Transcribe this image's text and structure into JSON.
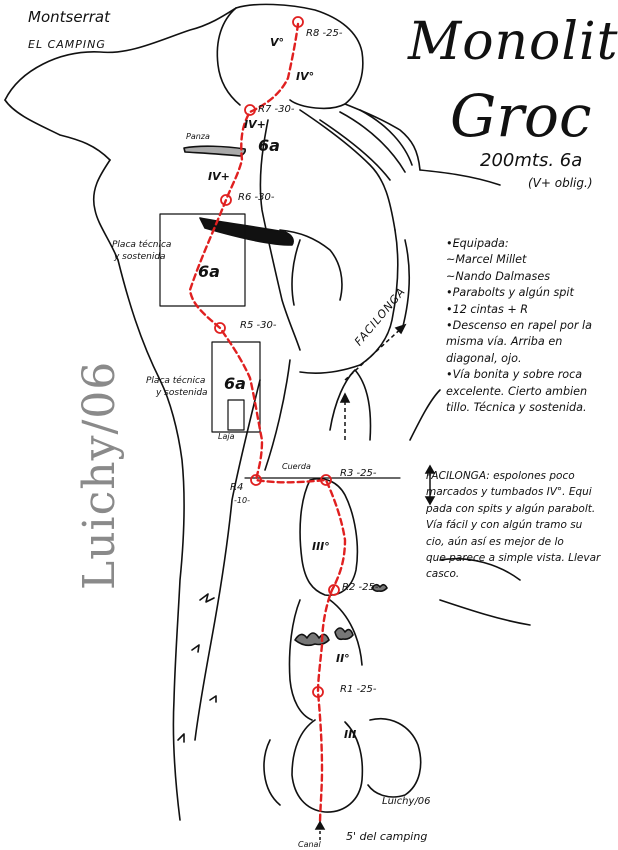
{
  "header": {
    "location": "Montserrat",
    "sector": "EL CAMPING",
    "title_line1": "Monolit",
    "title_line2": "Groc",
    "length_grade": "200mts. 6a",
    "mandatory_grade": "(V+ oblig.)"
  },
  "watermark": "Luichy/06",
  "signature": "Luichy/06",
  "notes": [
    "•Equipada:",
    "  ~Marcel Millet",
    "  ~Nando Dalmases",
    "•Parabolts y algún spit",
    "•12 cintas + R",
    "•Descenso en rapel por la",
    "  misma vía. Arriba en",
    "  diagonal, ojo.",
    "•Vía bonita y sobre roca",
    "  excelente. Cierto ambien",
    "  tillo. Técnica y sostenida."
  ],
  "facilonga_note": [
    "FACILONGA: espolones poco",
    "marcados y tumbados IV°. Equi",
    "pada con spits y algún parabolt.",
    "Vía fácil y con algún tramo su",
    "cio, aún así es mejor de lo",
    "que parece a simple vista. Llevar",
    "casco."
  ],
  "facilonga_label": "FACILONGA",
  "belays": [
    {
      "label": "R8 -25-"
    },
    {
      "label": "R7 -30-"
    },
    {
      "label": "R6 -30-"
    },
    {
      "label": "R5 -30-"
    },
    {
      "label": "R4"
    },
    {
      "label": "-10-"
    },
    {
      "label": "R3 -25-"
    },
    {
      "label": "R2 -25-"
    },
    {
      "label": "R1 -25-"
    }
  ],
  "grades": [
    "V°",
    "IV°",
    "IV+",
    "6a",
    "IV+",
    "6a",
    "6a",
    "III°",
    "II°",
    "III"
  ],
  "features": {
    "panza": "Panza",
    "placa1": [
      "Placa técnica",
      "y sostenida"
    ],
    "placa2": [
      "Placa técnica",
      "y sostenida"
    ],
    "laja": "Laja",
    "cuerda": "Cuerda"
  },
  "access": "5' del camping",
  "canal": "Canal",
  "colors": {
    "route": "#e02020",
    "ink": "#111111",
    "watermark": "#8a8a8a"
  }
}
